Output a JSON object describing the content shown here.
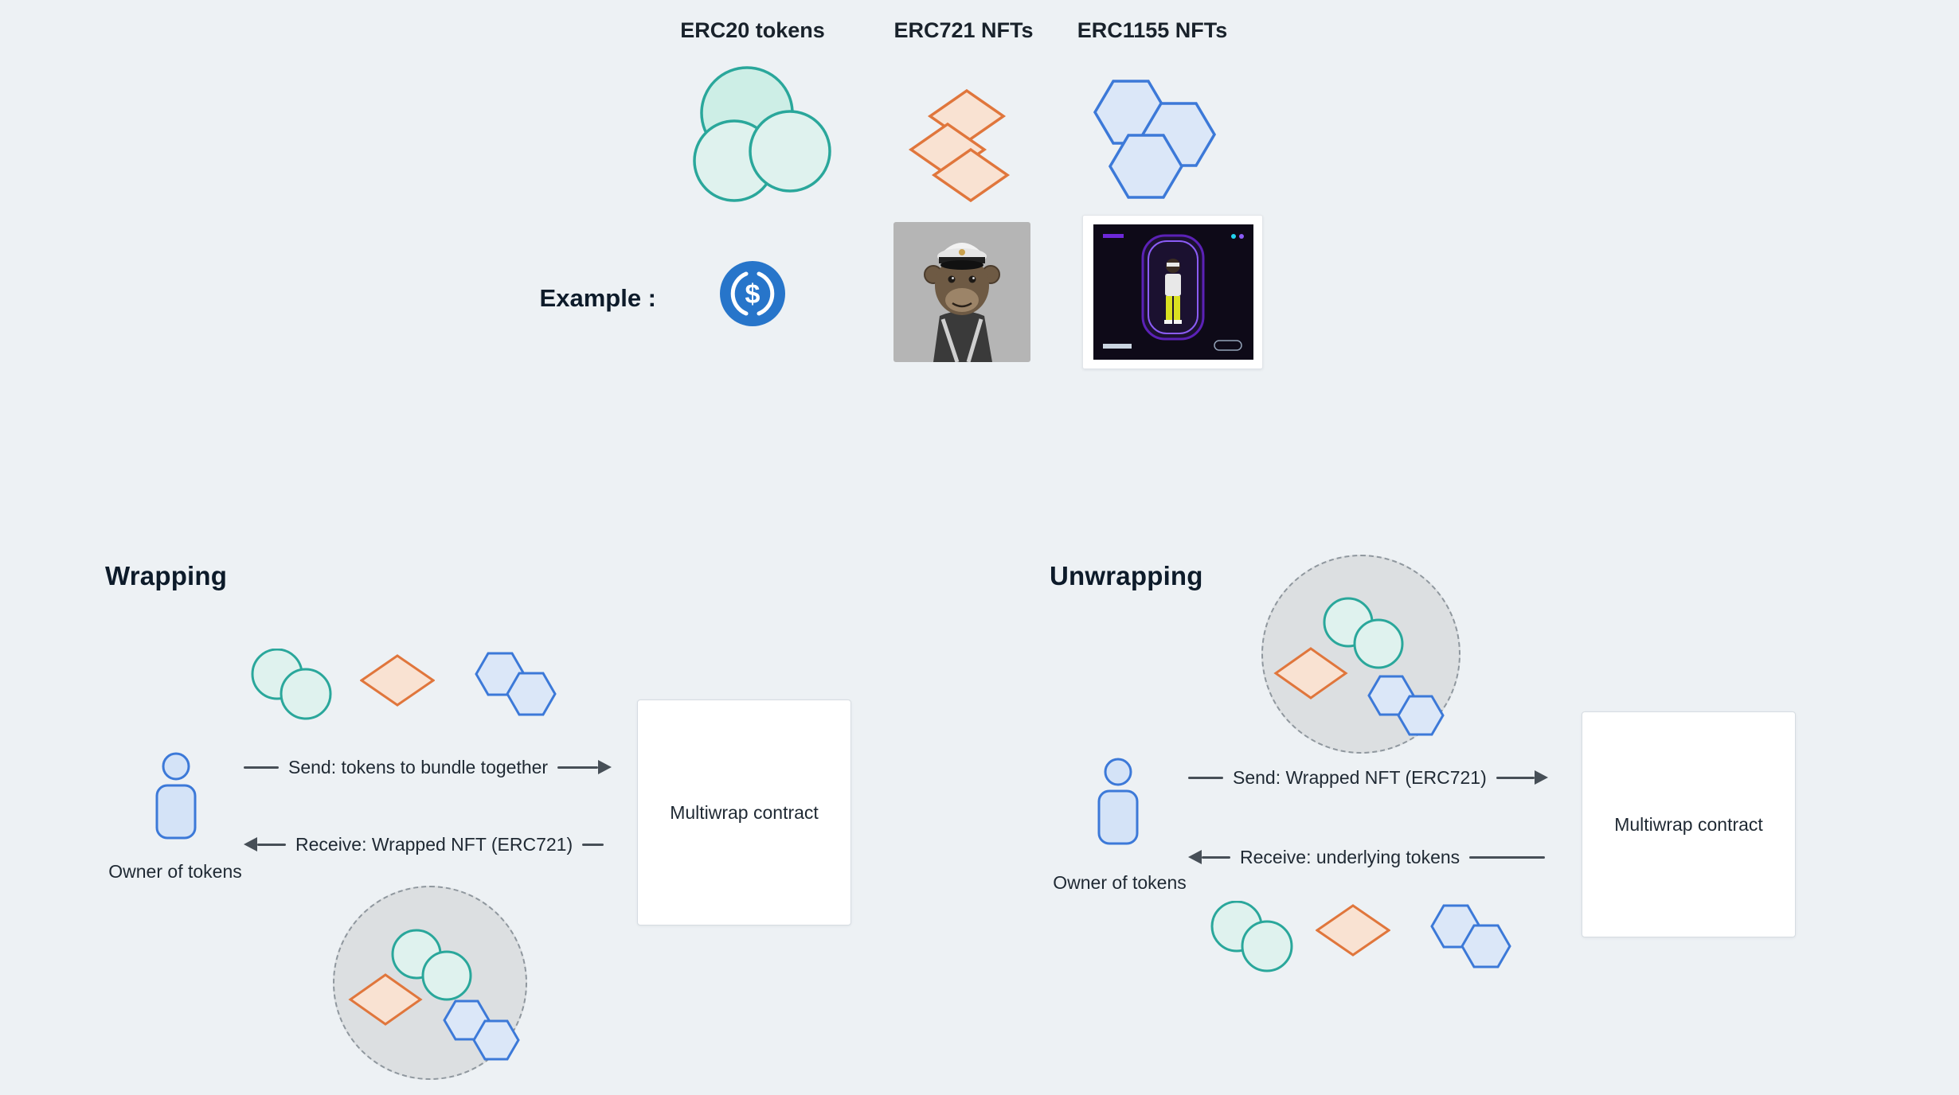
{
  "page": {
    "background": "#edf1f4",
    "colors": {
      "erc20_stroke": "#2aa79b",
      "erc20_fill": "#dff2ee",
      "erc721_stroke": "#e0763c",
      "erc721_fill": "#f9e2d2",
      "erc1155_stroke": "#3c79d8",
      "erc1155_fill": "#dbe7f8",
      "person_stroke": "#3c79d8",
      "person_fill": "#d4e3f7",
      "arrow": "#474f57",
      "usdc_blue": "#2775ca",
      "bundle_fill": "#dcdfe1",
      "bundle_border": "#8f979e"
    }
  },
  "token_types": [
    {
      "label": "ERC20 tokens",
      "icon": "erc20-circle-tokens-icon"
    },
    {
      "label": "ERC721 NFTs",
      "icon": "erc721-diamond-tokens-icon"
    },
    {
      "label": "ERC1155 NFTs",
      "icon": "erc1155-hexagon-tokens-icon"
    }
  ],
  "example": {
    "label": "Example :",
    "items": [
      {
        "name": "usdc-coin-icon"
      },
      {
        "name": "bored-ape-nft-image"
      },
      {
        "name": "pixel-character-nft-image"
      }
    ]
  },
  "wrapping": {
    "title": "Wrapping",
    "owner_label": "Owner of tokens",
    "send_label": "Send: tokens to bundle together",
    "receive_label": "Receive: Wrapped NFT (ERC721)",
    "contract_label": "Multiwrap contract"
  },
  "unwrapping": {
    "title": "Unwrapping",
    "owner_label": "Owner of tokens",
    "send_label": "Send: Wrapped NFT (ERC721)",
    "receive_label": "Receive: underlying tokens",
    "contract_label": "Multiwrap contract"
  }
}
